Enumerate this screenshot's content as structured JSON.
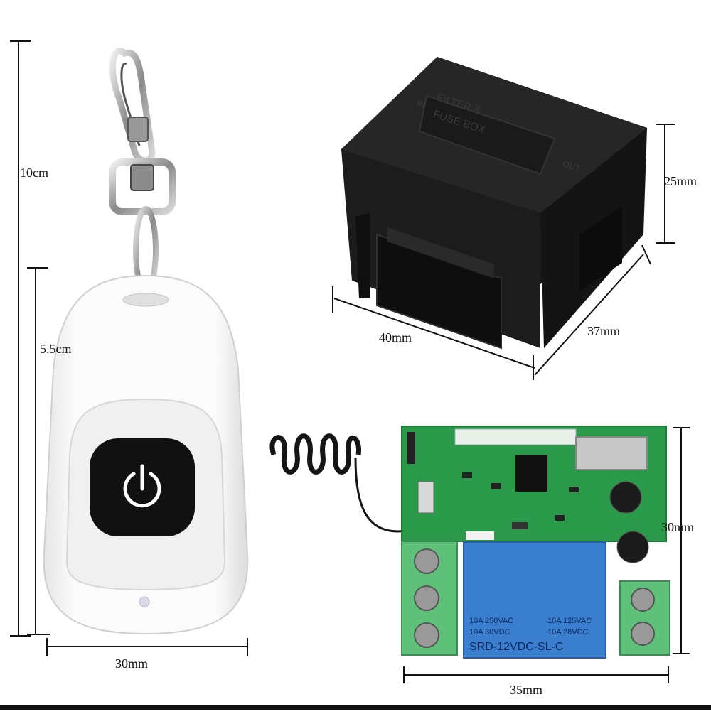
{
  "dimensions": {
    "remote_height_total": "10cm",
    "remote_height_body": "5.5cm",
    "remote_width": "30mm",
    "case_width": "40mm",
    "case_depth": "37mm",
    "case_height": "25mm",
    "board_height": "30mm",
    "board_width": "35mm"
  },
  "case_markings": {
    "line1": "FILTER &",
    "line2": "FUSE BOX",
    "side_left": "IN",
    "side_right": "OUT"
  },
  "relay_markings": {
    "line1a": "10A 250VAC",
    "line1b": "10A 125VAC",
    "line2a": "10A 30VDC",
    "line2b": "10A 28VDC",
    "model": "SRD-12VDC-SL-C"
  },
  "colors": {
    "remote_body": "#f4f4f4",
    "button": "#111111",
    "case": "#1e1e1e",
    "pcb": "#2a9a4a",
    "relay": "#3a7ed0",
    "terminal": "#5fc07a"
  }
}
